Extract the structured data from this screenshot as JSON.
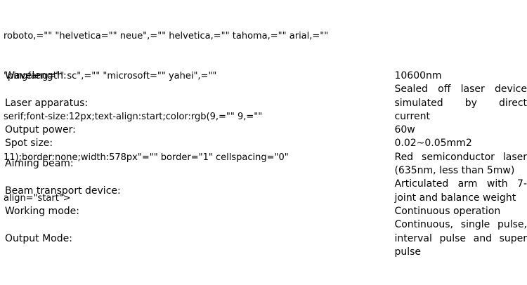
{
  "stray_markup": [
    "roboto,=\"\" \"helvetica=\"\" neue\",=\"\" helvetica,=\"\" tahoma,=\"\" arial,=\"\"",
    "\"pingfang=\"\" sc\",=\"\" \"microsoft=\"\" yahei\",=\"\"",
    "serif;font-size:12px;text-align:start;color:rgb(9,=\"\" 9,=\"\"",
    "11);border:none;width:578px\"=\"\" border=\"1\" cellspacing=\"0\"",
    "align=\"start\">"
  ],
  "specs": [
    {
      "label": "Wavelength:",
      "value": "10600nm"
    },
    {
      "label": "Laser apparatus:",
      "value": "Sealed off laser device simulated by direct current"
    },
    {
      "label": "Output power:",
      "value": "60w"
    },
    {
      "label": "Spot size:",
      "value": "0.02~0.05mm2"
    },
    {
      "label": "Aiming beam:",
      "value": "Red semiconductor laser (635nm, less than 5mw)"
    },
    {
      "label": "Beam transport device:",
      "value": "Articulated arm with 7-joint and balance weight"
    },
    {
      "label": "Working mode:",
      "value": "Continuous operation"
    },
    {
      "label": "Output Mode:",
      "value": "Continuous, single pulse, interval pulse and super pulse"
    }
  ]
}
